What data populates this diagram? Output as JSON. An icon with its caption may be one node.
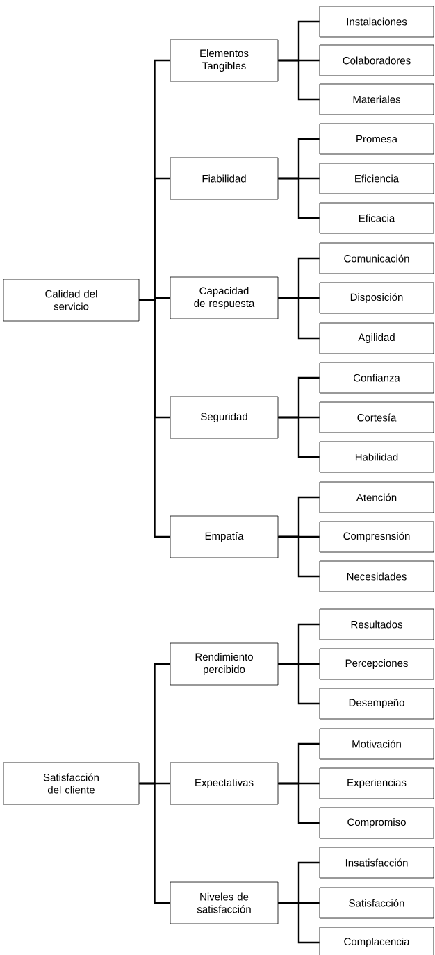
{
  "diagram": {
    "nodes": [
      {
        "text": [
          "Calidad del servicio"
        ]
      },
      {
        "text": [
          "Elementos Tangibles"
        ]
      },
      {
        "text": [
          "Instalaciones"
        ]
      },
      {
        "text": [
          "Colaboradores"
        ]
      },
      {
        "text": [
          "Materiales"
        ]
      },
      {
        "text": [
          "Fiabilidad"
        ]
      },
      {
        "text": [
          "Promesa"
        ]
      },
      {
        "text": [
          "Eficiencia"
        ]
      },
      {
        "text": [
          "Eficacia"
        ]
      },
      {
        "text": [
          "Capacidad de respuesta"
        ]
      },
      {
        "text": [
          "Comunicación"
        ]
      },
      {
        "text": [
          "Disposición"
        ]
      },
      {
        "text": [
          "Agilidad"
        ]
      },
      {
        "text": [
          "Seguridad"
        ]
      },
      {
        "text": [
          "Confianza"
        ]
      },
      {
        "text": [
          "Cortesía"
        ]
      },
      {
        "text": [
          "Habilidad"
        ]
      },
      {
        "text": [
          "Empatía"
        ]
      },
      {
        "text": [
          "Atención"
        ]
      },
      {
        "text": [
          "Compresnsión"
        ]
      },
      {
        "text": [
          "Necesidades"
        ]
      },
      {
        "text": [
          "Satisfacción del cliente"
        ]
      },
      {
        "text": [
          "Rendimiento percibido"
        ]
      },
      {
        "text": [
          "Resultados"
        ]
      },
      {
        "text": [
          "Percepciones"
        ]
      },
      {
        "text": [
          "Desempeño"
        ]
      },
      {
        "text": [
          "Expectativas"
        ]
      },
      {
        "text": [
          "Motivación"
        ]
      },
      {
        "text": [
          "Experiencias"
        ]
      },
      {
        "text": [
          "Compromiso"
        ]
      },
      {
        "text": [
          "Niveles de satisfacción"
        ]
      },
      {
        "text": [
          "Insatisfacción"
        ]
      },
      {
        "text": [
          "Satisfacción"
        ]
      },
      {
        "text": [
          "Complacencia"
        ]
      }
    ],
    "edges": [
      {
        "from": 0,
        "to": 1,
        "arrow": "none"
      },
      {
        "from": 0,
        "to": 5,
        "arrow": "none"
      },
      {
        "from": 0,
        "to": 9,
        "arrow": "none"
      },
      {
        "from": 0,
        "to": 13,
        "arrow": "none"
      },
      {
        "from": 0,
        "to": 17,
        "arrow": "none"
      },
      {
        "from": 1,
        "to": 2,
        "arrow": "none"
      },
      {
        "from": 1,
        "to": 3,
        "arrow": "none"
      },
      {
        "from": 1,
        "to": 4,
        "arrow": "none"
      },
      {
        "from": 5,
        "to": 6,
        "arrow": "none"
      },
      {
        "from": 5,
        "to": 7,
        "arrow": "none"
      },
      {
        "from": 5,
        "to": 8,
        "arrow": "none"
      },
      {
        "from": 9,
        "to": 10,
        "arrow": "none"
      },
      {
        "from": 9,
        "to": 11,
        "arrow": "none"
      },
      {
        "from": 9,
        "to": 12,
        "arrow": "none"
      },
      {
        "from": 13,
        "to": 14,
        "arrow": "none"
      },
      {
        "from": 13,
        "to": 15,
        "arrow": "none"
      },
      {
        "from": 13,
        "to": 16,
        "arrow": "none"
      },
      {
        "from": 17,
        "to": 18,
        "arrow": "none"
      },
      {
        "from": 17,
        "to": 19,
        "arrow": "none"
      },
      {
        "from": 17,
        "to": 20,
        "arrow": "none"
      },
      {
        "from": 21,
        "to": 22,
        "arrow": "none"
      },
      {
        "from": 21,
        "to": 26,
        "arrow": "none"
      },
      {
        "from": 21,
        "to": 30,
        "arrow": "none"
      },
      {
        "from": 22,
        "to": 23,
        "arrow": "none"
      },
      {
        "from": 22,
        "to": 24,
        "arrow": "none"
      },
      {
        "from": 22,
        "to": 25,
        "arrow": "none"
      },
      {
        "from": 26,
        "to": 27,
        "arrow": "none"
      },
      {
        "from": 26,
        "to": 28,
        "arrow": "none"
      },
      {
        "from": 26,
        "to": 29,
        "arrow": "none"
      },
      {
        "from": 30,
        "to": 31,
        "arrow": "none"
      },
      {
        "from": 30,
        "to": 32,
        "arrow": "none"
      },
      {
        "from": 30,
        "to": 33,
        "arrow": "none"
      }
    ]
  }
}
